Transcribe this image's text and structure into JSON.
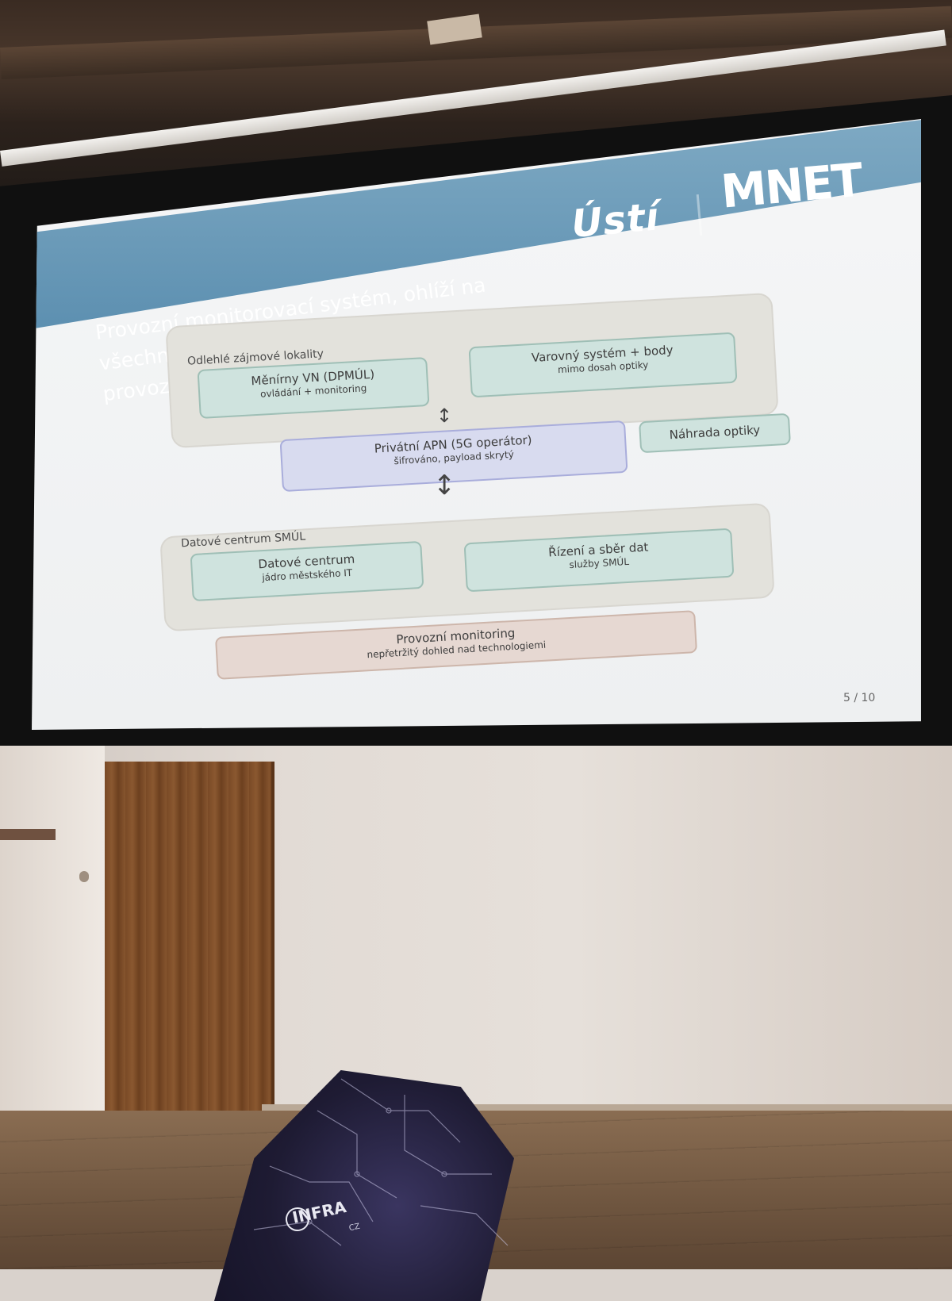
{
  "slide": {
    "title": "Provozní monitorovací systém, ohlíží na všechny nasazené technologie a provozní parametry",
    "logo_left": "Ústí",
    "logo_right": "MNET",
    "page": "5 / 10"
  },
  "diagram": {
    "remote_group_label": "Odlehlé zájmové lokality",
    "box_menirny_title": "Měnírny VN (DPMÚL)",
    "box_menirny_sub": "ovládání + monitoring",
    "box_varovny_title": "Varovný systém + body",
    "box_varovny_sub": "mimo dosah optiky",
    "box_apn_title": "Privátní APN (5G operátor)",
    "box_apn_sub": "šifrováno, payload skrytý",
    "replacement_label": "Náhrada optiky",
    "dc_group_label": "Datové centrum SMÚL",
    "box_dc_title": "Datové centrum",
    "box_dc_sub": "jádro městského IT",
    "box_rizeni_title": "Řízení a sběr dat",
    "box_rizeni_sub": "služby SMÚL",
    "box_monitoring_title": "Provozní monitoring",
    "box_monitoring_sub": "nepřetržitý dohled nad technologiemi",
    "arrow_glyph": "↕"
  },
  "umbrella": {
    "brand": "INFRA",
    "brand_suffix": "CZ"
  },
  "colors": {
    "header_blue": "#5c8fb0",
    "box_green": "#cfe3de",
    "box_apn": "#d8dbef",
    "box_monitoring": "#e6d8d2"
  }
}
